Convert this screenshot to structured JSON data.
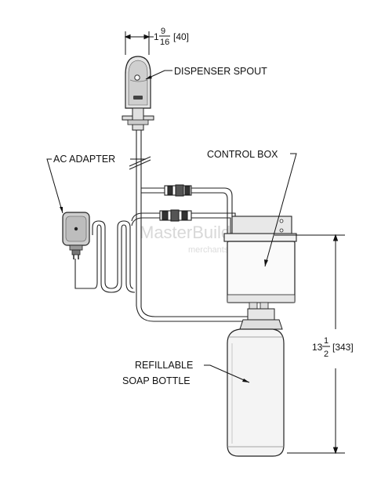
{
  "labels": {
    "dispenser_spout": "DISPENSER SPOUT",
    "ac_adapter": "AC ADAPTER",
    "control_box": "CONTROL BOX",
    "refillable_line1": "REFILLABLE",
    "refillable_line2": "SOAP BOTTLE"
  },
  "dimensions": {
    "spout_width": {
      "whole": "1",
      "num": "9",
      "den": "16",
      "mm": "[40]"
    },
    "height": {
      "whole": "13",
      "num": "1",
      "den": "2",
      "mm": "[343]"
    }
  },
  "watermark": {
    "line1": "MasterBuilder",
    "line2": "merchants.com"
  }
}
